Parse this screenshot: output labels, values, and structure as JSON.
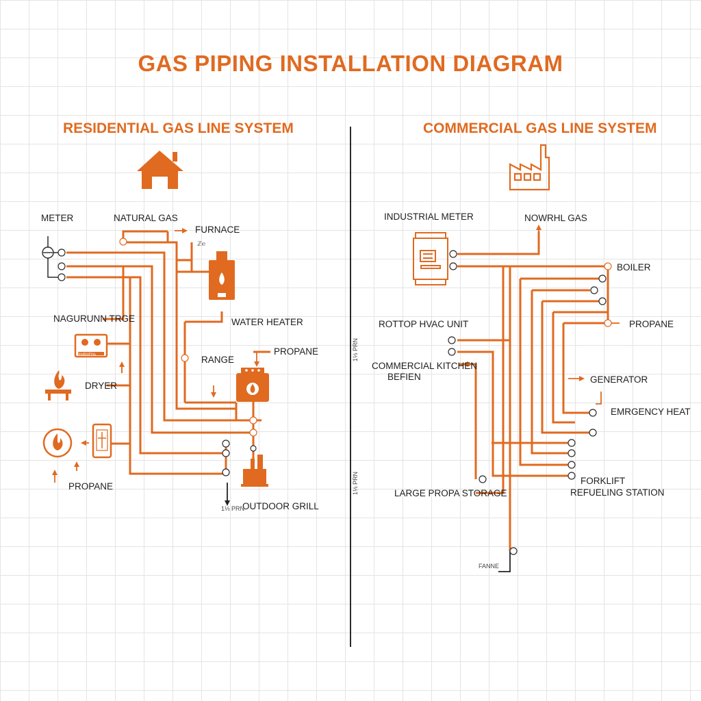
{
  "title": "GAS PIPING INSTALLATION DIAGRAM",
  "colors": {
    "pipe": "#e06a20",
    "ink": "#1e1e1e",
    "grid": "#e4e4e4"
  },
  "residential": {
    "heading": "RESIDENTIAL GAS LINE SYSTEM",
    "icon": "house-icon",
    "labels": {
      "meter": "METER",
      "natural_gas": "NATURAL GAS",
      "furnace": "FURNACE",
      "furnace_note": "ℤ℮",
      "nagurunn": "NAGURUNN TRGE",
      "water_heater": "WATER HEATER",
      "range": "RANGE",
      "propane_right": "PROPANE",
      "dryer": "DRYER",
      "propane_left": "PROPANE",
      "outdoor_grill": "OUTDOOR GRILL",
      "pipe_size": "1⅓ PRN",
      "appliance_caption": "RHRIIFI%"
    }
  },
  "commercial": {
    "heading": "COMMERCIAL GAS LINE SYSTEM",
    "icon": "factory-icon",
    "labels": {
      "industrial_meter": "INDUSTRIAL METER",
      "nowrhl_gas": "NOWRHL GAS",
      "boiler": "BOILER",
      "rooftop": "ROTTOP HVAC UNIT",
      "propane": "PROPANE",
      "kitchen_1": "COMMERCIAL KITCHEN",
      "kitchen_2": "BEFIEN",
      "generator": "GENERATOR",
      "emergency": "EMRGENCY HEAT",
      "forklift_1": "FORKLIFT",
      "forklift_2": "REFUELING STATION",
      "storage": "LARGE PROPA STORAGE",
      "fanne": "FANNE",
      "pipe_size_1": "1⅓ PRN",
      "pipe_size_2": "1⅓ PRN"
    }
  }
}
